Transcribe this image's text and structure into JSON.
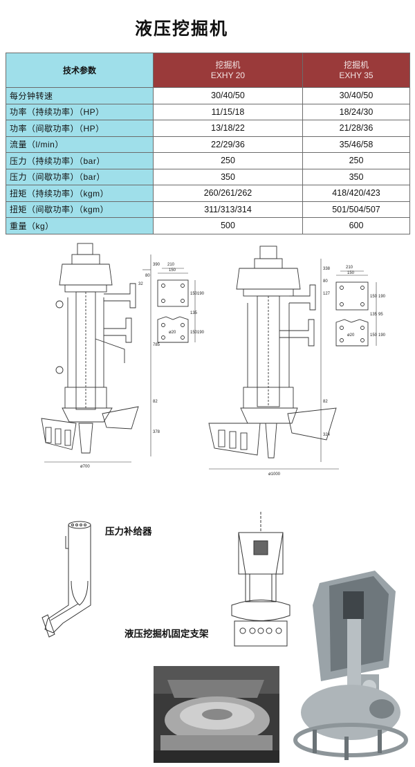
{
  "title": "液压挖掘机",
  "table": {
    "param_header": "技术参数",
    "models": [
      {
        "name": "挖掘机",
        "code": "EXHY 20"
      },
      {
        "name": "挖掘机",
        "code": "EXHY 35"
      }
    ],
    "rows": [
      {
        "label": "每分钟转速",
        "values": [
          "30/40/50",
          "30/40/50"
        ]
      },
      {
        "label": "功率（持续功率）（HP）",
        "values": [
          "11/15/18",
          "18/24/30"
        ]
      },
      {
        "label": "功率（间歇功率）（HP）",
        "values": [
          "13/18/22",
          "21/28/36"
        ]
      },
      {
        "label": "流量（l/min）",
        "values": [
          "22/29/36",
          "35/46/58"
        ]
      },
      {
        "label": "压力（持续功率）（bar）",
        "values": [
          "250",
          "250"
        ]
      },
      {
        "label": "压力（间歇功率）（bar）",
        "values": [
          "350",
          "350"
        ]
      },
      {
        "label": "扭矩（持续功率）（kgm）",
        "values": [
          "260/261/262",
          "418/420/423"
        ]
      },
      {
        "label": "扭矩（间歇功率）（kgm）",
        "values": [
          "311/313/314",
          "501/504/507"
        ]
      },
      {
        "label": "重量（kg）",
        "values": [
          "500",
          "600"
        ]
      }
    ]
  },
  "drawings": {
    "left": {
      "dims": [
        "390",
        "80",
        "32",
        "210",
        "150",
        "150",
        "190",
        "135",
        "ø20",
        "150",
        "190",
        "785",
        "82",
        "378",
        "ø700"
      ]
    },
    "right": {
      "dims": [
        "338",
        "80",
        "127",
        "210",
        "150",
        "150",
        "190",
        "135",
        "95",
        "ø20",
        "150",
        "190",
        "82",
        "324",
        "ø1000"
      ]
    }
  },
  "captions": {
    "compensator": "压力补给器",
    "frame": "液压挖掘机固定支架"
  }
}
